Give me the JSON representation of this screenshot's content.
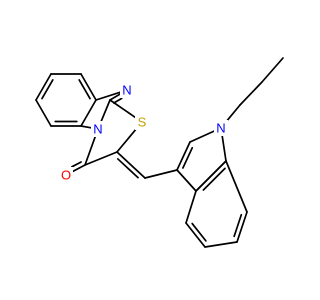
{
  "diagram": {
    "kind": "chemical-structure",
    "background": "#ffffff",
    "bond_color": "#000000",
    "atom_colors": {
      "N": "#0000ff",
      "S": "#bfa100",
      "O": "#ff0000"
    },
    "atoms": [
      {
        "id": "N1",
        "label": "N",
        "element": "N"
      },
      {
        "id": "N2",
        "label": "N",
        "element": "N"
      },
      {
        "id": "N3",
        "label": "N",
        "element": "N"
      },
      {
        "id": "S1",
        "label": "S",
        "element": "S"
      },
      {
        "id": "O1",
        "label": "O",
        "element": "O"
      }
    ]
  }
}
